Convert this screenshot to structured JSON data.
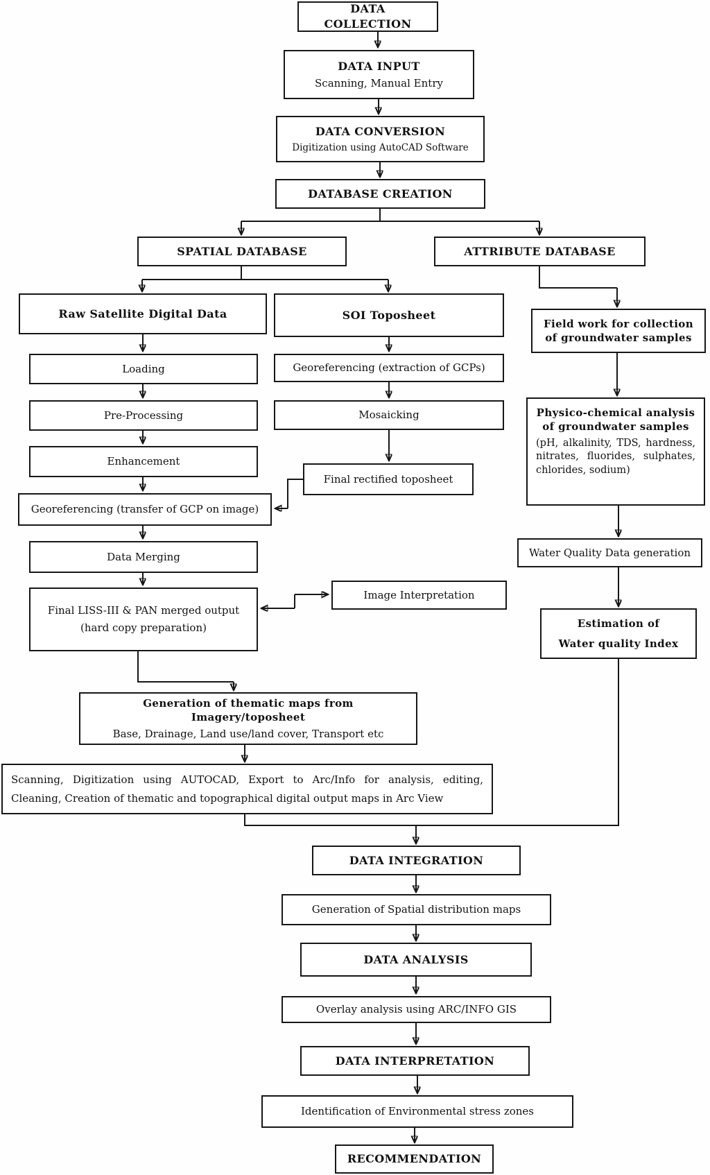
{
  "diagram": {
    "type": "flowchart",
    "nodes": [
      {
        "id": "data_collection",
        "label": "DATA COLLECTION"
      },
      {
        "id": "data_input",
        "label": "DATA INPUT",
        "sublabel": "Scanning, Manual Entry"
      },
      {
        "id": "data_conversion",
        "label": "DATA CONVERSION",
        "sublabel": "Digitization using AutoCAD Software"
      },
      {
        "id": "database_creation",
        "label": "DATABASE CREATION"
      },
      {
        "id": "spatial_database",
        "label": "SPATIAL DATABASE"
      },
      {
        "id": "attribute_database",
        "label": "ATTRIBUTE DATABASE"
      },
      {
        "id": "raw_satellite",
        "label": "Raw Satellite Digital Data"
      },
      {
        "id": "soi_toposheet",
        "label": "SOI Toposheet"
      },
      {
        "id": "field_work",
        "label": "Field work for collection of groundwater samples"
      },
      {
        "id": "loading",
        "label": "Loading"
      },
      {
        "id": "geo_extraction",
        "label": "Georeferencing (extraction of GCPs)"
      },
      {
        "id": "pre_processing",
        "label": "Pre-Processing"
      },
      {
        "id": "mosaicking",
        "label": "Mosaicking"
      },
      {
        "id": "enhancement",
        "label": "Enhancement"
      },
      {
        "id": "final_rectified",
        "label": "Final rectified toposheet"
      },
      {
        "id": "physico_chemical",
        "label": "Physico-chemical analysis of groundwater samples",
        "sublabel": "(pH, alkalinity, TDS, hardness, nitrates, fluorides, sulphates, chlorides, sodium)"
      },
      {
        "id": "geo_transfer",
        "label": "Georeferencing (transfer of GCP on image)"
      },
      {
        "id": "data_merging",
        "label": "Data Merging"
      },
      {
        "id": "liss_output",
        "label": "Final LISS-III & PAN merged output (hard copy preparation)"
      },
      {
        "id": "image_interpretation",
        "label": "Image Interpretation"
      },
      {
        "id": "water_quality_gen",
        "label": "Water Quality Data generation"
      },
      {
        "id": "estimation_wqi",
        "label": "Estimation of",
        "sublabel": "Water quality Index"
      },
      {
        "id": "thematic_maps",
        "label": "Generation of thematic maps from Imagery/toposheet",
        "sublabel": "Base, Drainage, Land use/land cover, Transport etc"
      },
      {
        "id": "scanning_digitization",
        "label": "Scanning, Digitization using AUTOCAD, Export to Arc/Info for analysis, editing, Cleaning, Creation of thematic and topographical digital output maps in Arc View"
      },
      {
        "id": "data_integration",
        "label": "DATA INTEGRATION"
      },
      {
        "id": "spatial_dist_maps",
        "label": "Generation of Spatial distribution maps"
      },
      {
        "id": "data_analysis",
        "label": "DATA ANALYSIS"
      },
      {
        "id": "overlay_analysis",
        "label": "Overlay analysis using ARC/INFO GIS"
      },
      {
        "id": "data_interpretation",
        "label": "DATA INTERPRETATION"
      },
      {
        "id": "identification",
        "label": "Identification of Environmental stress zones"
      },
      {
        "id": "recommendation",
        "label": "RECOMMENDATION"
      }
    ],
    "edges": [
      {
        "from": "data_collection",
        "to": "data_input"
      },
      {
        "from": "data_input",
        "to": "data_conversion"
      },
      {
        "from": "data_conversion",
        "to": "database_creation"
      },
      {
        "from": "database_creation",
        "to": "spatial_database"
      },
      {
        "from": "database_creation",
        "to": "attribute_database"
      },
      {
        "from": "spatial_database",
        "to": "raw_satellite"
      },
      {
        "from": "spatial_database",
        "to": "soi_toposheet"
      },
      {
        "from": "attribute_database",
        "to": "field_work"
      },
      {
        "from": "raw_satellite",
        "to": "loading"
      },
      {
        "from": "loading",
        "to": "pre_processing"
      },
      {
        "from": "pre_processing",
        "to": "enhancement"
      },
      {
        "from": "enhancement",
        "to": "geo_transfer"
      },
      {
        "from": "soi_toposheet",
        "to": "geo_extraction"
      },
      {
        "from": "geo_extraction",
        "to": "mosaicking"
      },
      {
        "from": "mosaicking",
        "to": "final_rectified"
      },
      {
        "from": "final_rectified",
        "to": "geo_transfer"
      },
      {
        "from": "geo_transfer",
        "to": "data_merging"
      },
      {
        "from": "data_merging",
        "to": "liss_output"
      },
      {
        "from": "liss_output",
        "to": "image_interpretation",
        "bidirectional": true
      },
      {
        "from": "field_work",
        "to": "physico_chemical"
      },
      {
        "from": "physico_chemical",
        "to": "water_quality_gen"
      },
      {
        "from": "water_quality_gen",
        "to": "estimation_wqi"
      },
      {
        "from": "liss_output",
        "to": "thematic_maps"
      },
      {
        "from": "thematic_maps",
        "to": "scanning_digitization"
      },
      {
        "from": "scanning_digitization",
        "to": "data_integration"
      },
      {
        "from": "estimation_wqi",
        "to": "data_integration"
      },
      {
        "from": "data_integration",
        "to": "spatial_dist_maps"
      },
      {
        "from": "spatial_dist_maps",
        "to": "data_analysis"
      },
      {
        "from": "data_analysis",
        "to": "overlay_analysis"
      },
      {
        "from": "overlay_analysis",
        "to": "data_interpretation"
      },
      {
        "from": "data_interpretation",
        "to": "identification"
      },
      {
        "from": "identification",
        "to": "recommendation"
      }
    ],
    "colors": {
      "line": "#161616",
      "box_border": "#161616",
      "background": "#ffffff"
    }
  }
}
